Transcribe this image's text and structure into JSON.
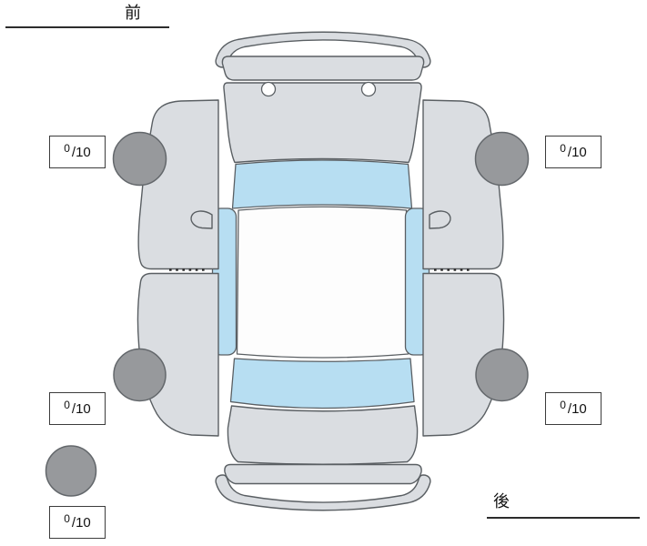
{
  "page": {
    "background": "#ffffff"
  },
  "labels": {
    "front": "前",
    "rear": "後"
  },
  "scores": {
    "front_left": {
      "value": "0",
      "max": "/10"
    },
    "front_right": {
      "value": "0",
      "max": "/10"
    },
    "rear_left": {
      "value": "0",
      "max": "/10"
    },
    "rear_right": {
      "value": "0",
      "max": "/10"
    },
    "spare": {
      "value": "0",
      "max": "/10"
    }
  },
  "colors": {
    "body": "#dadde1",
    "glass": "#b7def2",
    "roof": "#fdfdfd",
    "wheel": "#97999c",
    "outline": "#5a5f63",
    "seam": "#2c2c2c",
    "text": "#111111",
    "box_border": "#3c3c3c",
    "background": "#ffffff"
  }
}
